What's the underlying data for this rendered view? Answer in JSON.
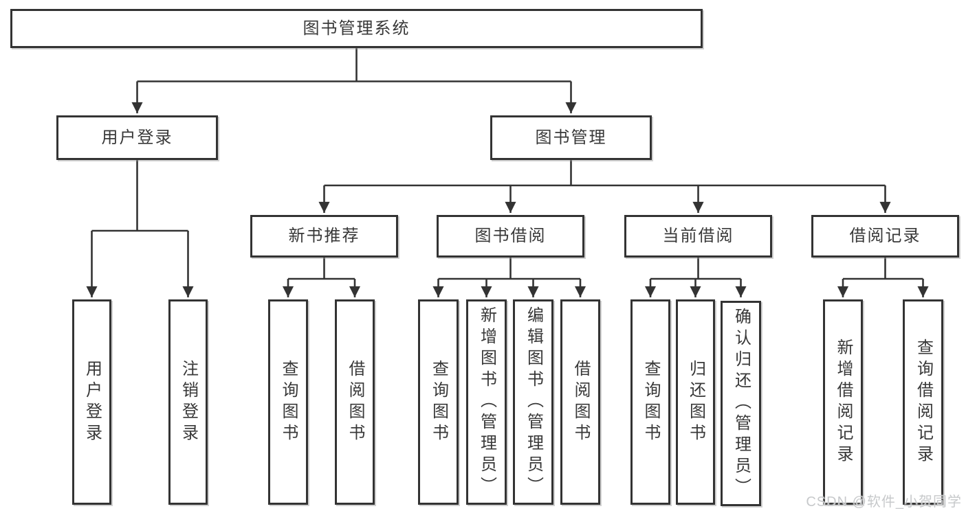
{
  "watermark": "CSDN @软件_小贺同学",
  "colors": {
    "box_border": "#333333",
    "connector_line": "#333333",
    "text": "#383838",
    "watermark_text": "#c7c9cb",
    "background": "#ffffff"
  },
  "tree": {
    "label": "图书管理系统",
    "children": [
      {
        "label": "用户登录",
        "children": [
          {
            "label": "用户登录"
          },
          {
            "label": "注销登录"
          }
        ]
      },
      {
        "label": "图书管理",
        "children": [
          {
            "label": "新书推荐",
            "children": [
              {
                "label": "查询图书"
              },
              {
                "label": "借阅图书"
              }
            ]
          },
          {
            "label": "图书借阅",
            "children": [
              {
                "label": "查询图书"
              },
              {
                "label": "新增图书（管理员）"
              },
              {
                "label": "编辑图书（管理员）"
              },
              {
                "label": "借阅图书"
              }
            ]
          },
          {
            "label": "当前借阅",
            "children": [
              {
                "label": "查询图书"
              },
              {
                "label": "归还图书"
              },
              {
                "label": "确认归还（管理员）"
              }
            ]
          },
          {
            "label": "借阅记录",
            "children": [
              {
                "label": "新增借阅记录"
              },
              {
                "label": "查询借阅记录"
              }
            ]
          }
        ]
      }
    ]
  }
}
